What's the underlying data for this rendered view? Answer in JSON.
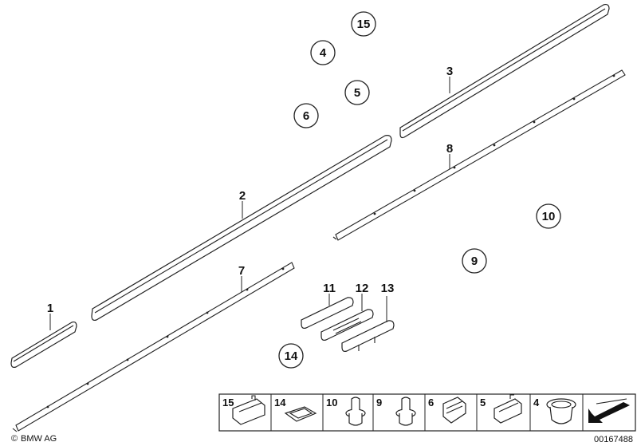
{
  "callouts": {
    "c1": "1",
    "c2": "2",
    "c3": "3",
    "c4": "4",
    "c5": "5",
    "c6": "6",
    "c7": "7",
    "c8": "8",
    "c9": "9",
    "c10": "10",
    "c11": "11",
    "c12": "12",
    "c13": "13",
    "c14": "14",
    "c15": "15"
  },
  "parts_strip": {
    "cells": [
      "15",
      "14",
      "10",
      "9",
      "6",
      "5",
      "4"
    ]
  },
  "footer": {
    "brand": "BMW AG",
    "copyright_symbol": "©",
    "diagram_number": "00167488"
  }
}
